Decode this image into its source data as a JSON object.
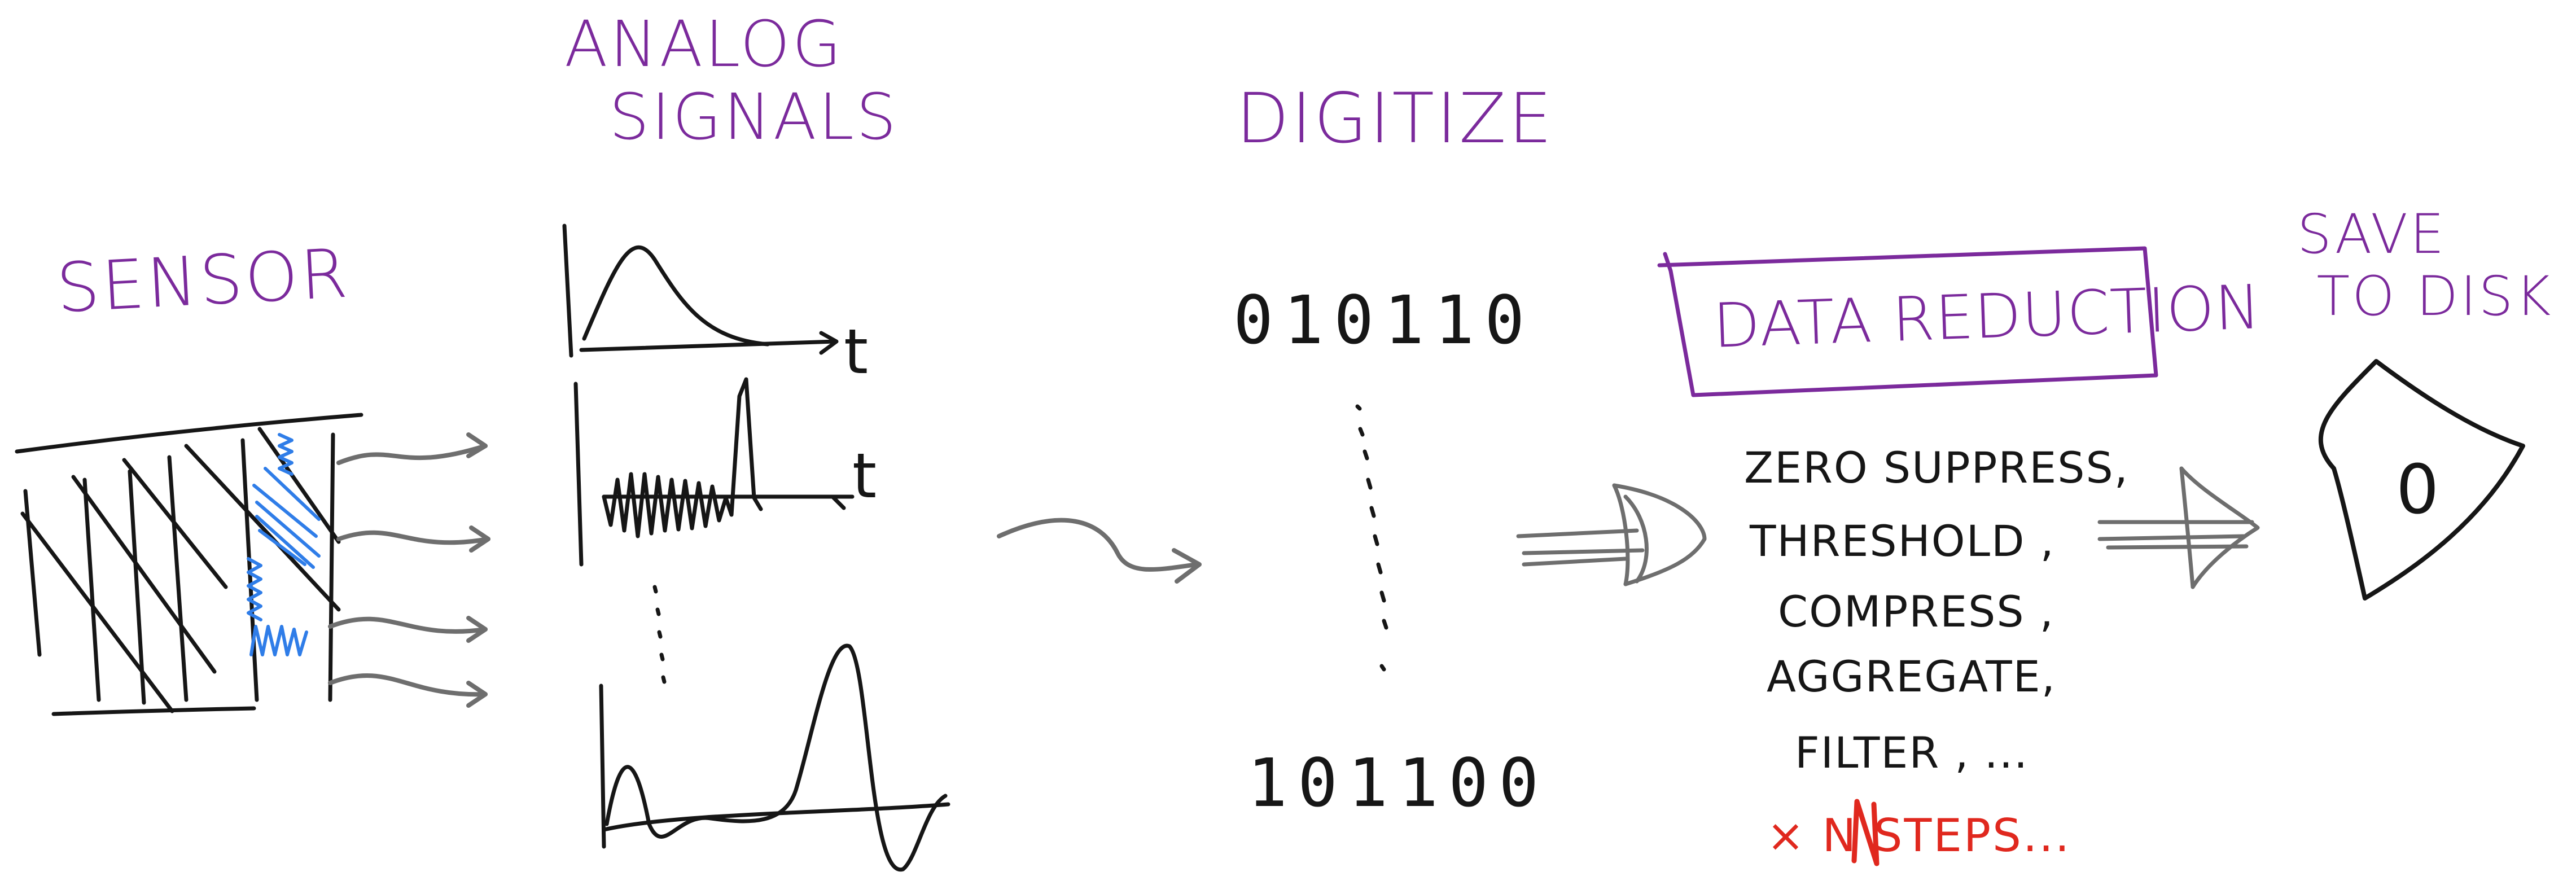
{
  "labels": {
    "sensor": "SENSOR",
    "analog_signals": "ANALOG\n  SIGNALS",
    "t_top": "t",
    "t_mid": "t",
    "digitize": "DIGITIZE",
    "bits_top": "010110",
    "bits_bottom": "101100",
    "data_reduction": "DATA REDUCTION",
    "steps": [
      "ZERO SUPPRESS,",
      "THRESHOLD ,",
      "COMPRESS ,",
      "AGGREGATE,",
      "FILTER , ..."
    ],
    "n_steps": "× N STEPS...",
    "save_to_disk": "SAVE\n TO DISK",
    "disk_digit": "0"
  },
  "colors": {
    "purple": "#7b2a9c",
    "ink": "#161616",
    "blue": "#2f7de8",
    "gray_arrow": "#6e6e6e",
    "red": "#e0281e"
  }
}
